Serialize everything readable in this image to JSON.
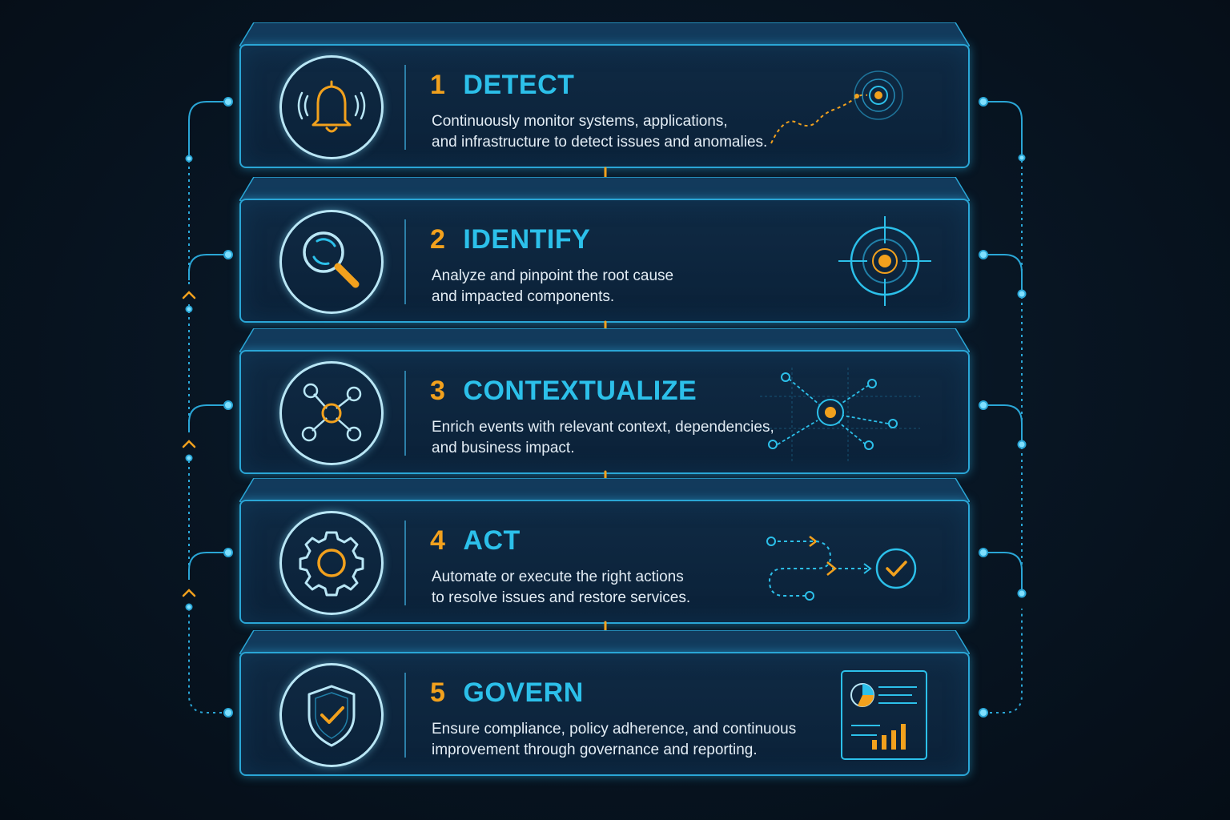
{
  "colors": {
    "accent_blue": "#2cc0ea",
    "accent_orange": "#f2a11d",
    "panel_border": "#2aa6d6",
    "text": "#e3edf5"
  },
  "steps": [
    {
      "number": "1",
      "title": "DETECT",
      "desc_line1": "Continuously monitor systems, applications,",
      "desc_line2": "and infrastructure to detect issues and anomalies.",
      "icon": "bell-icon",
      "decoration": "radar-path-icon"
    },
    {
      "number": "2",
      "title": "IDENTIFY",
      "desc_line1": "Analyze and pinpoint the root cause",
      "desc_line2": "and impacted components.",
      "icon": "magnifier-icon",
      "decoration": "target-icon"
    },
    {
      "number": "3",
      "title": "CONTEXTUALIZE",
      "desc_line1": "Enrich events with relevant context, dependencies,",
      "desc_line2": "and business impact.",
      "icon": "network-icon",
      "decoration": "node-graph-icon"
    },
    {
      "number": "4",
      "title": "ACT",
      "desc_line1": "Automate or execute the right actions",
      "desc_line2": "to resolve issues and restore services.",
      "icon": "gear-icon",
      "decoration": "workflow-check-icon"
    },
    {
      "number": "5",
      "title": "GOVERN",
      "desc_line1": "Ensure compliance, policy adherence, and continuous",
      "desc_line2": "improvement through governance and reporting.",
      "icon": "shield-check-icon",
      "decoration": "report-icon"
    }
  ]
}
